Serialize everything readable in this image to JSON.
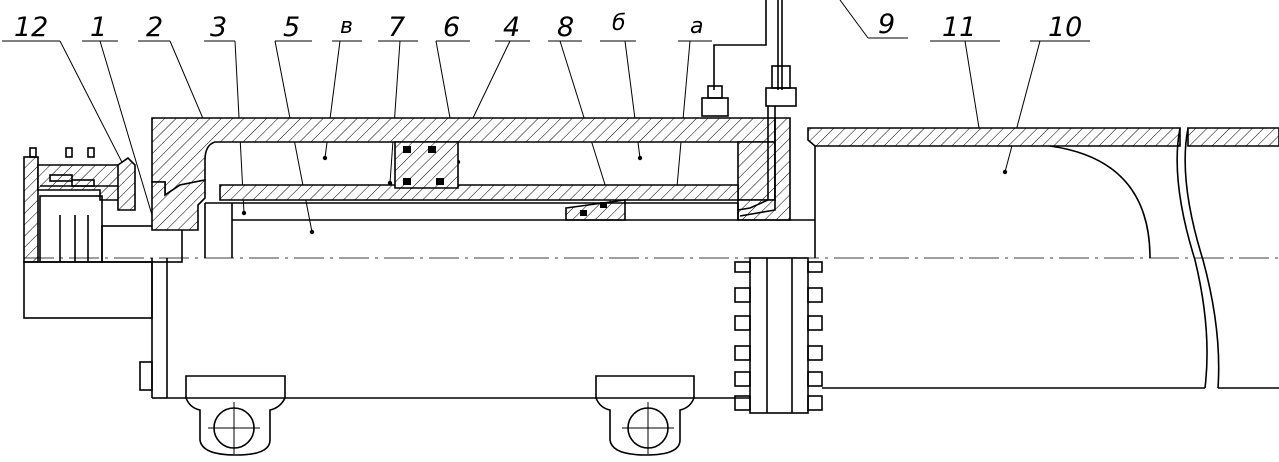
{
  "labels": {
    "l12": "12",
    "l1": "1",
    "l2": "2",
    "l3": "3",
    "l5": "5",
    "lv": "в",
    "l7": "7",
    "l6": "6",
    "l4": "4",
    "l8": "8",
    "lb": "б",
    "la": "а",
    "l9": "9",
    "l11": "11",
    "l10": "10"
  }
}
